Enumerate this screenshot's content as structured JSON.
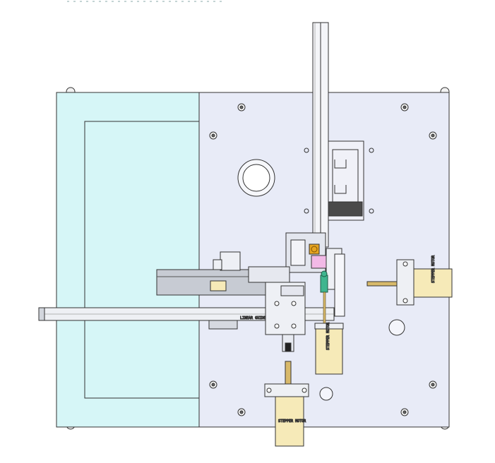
{
  "drawing": {
    "view": "top",
    "colors": {
      "hopper_panel": "#d6f6f7",
      "base_plate": "#e8ebf7",
      "motor_body": "#f6eab8",
      "shaft": "#d8b96a",
      "rail": "#d2d6dd",
      "outline": "#3b3b3b",
      "accent_orange": "#e7a41f",
      "accent_magenta": "#f2b9e6",
      "accent_teal": "#3fb58f"
    },
    "motor_labels": {
      "right": "STEPPER MOTOR",
      "center": "STEPPER MOTOR",
      "bottom": "STEPPER MOTOR",
      "rail": "LINEAR GUIDE RAIL"
    }
  }
}
